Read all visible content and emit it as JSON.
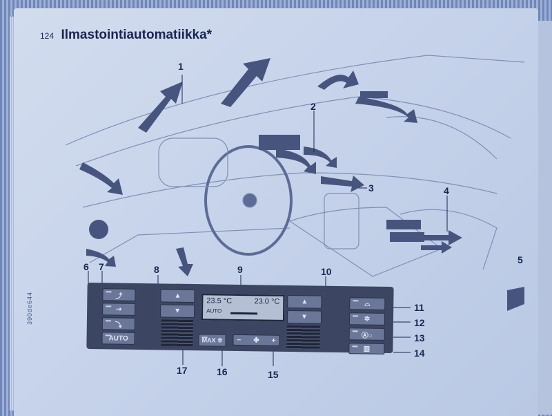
{
  "header": {
    "page_number": "124",
    "title": "Ilmastointiautomatiikka*"
  },
  "callouts": [
    "1",
    "2",
    "3",
    "4",
    "5",
    "6",
    "7",
    "8",
    "9",
    "10",
    "11",
    "12",
    "13",
    "14",
    "15",
    "16",
    "17"
  ],
  "panel": {
    "display": {
      "left_temp": "23.5 °C",
      "right_temp": "23.0 °C",
      "mode": "AUTO",
      "fan_level": 0.55
    },
    "auto_label": "AUTO",
    "max_label": "MAX",
    "fan_minus": "−",
    "fan_plus": "+"
  },
  "side_code": "390de644"
}
